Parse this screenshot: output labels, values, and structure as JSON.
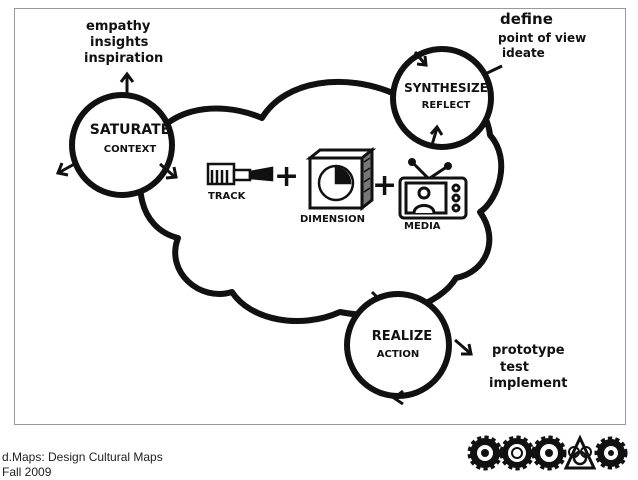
{
  "diagram": {
    "saturate": {
      "title": "SATURATE",
      "sub": "CONTEXT",
      "notes": [
        "empathy",
        "insights",
        "inspiration"
      ]
    },
    "synthesize": {
      "title": "SYNTHESIZE",
      "sub": "REFLECT",
      "notes": [
        "define",
        "point of view",
        "ideate"
      ]
    },
    "realize": {
      "title": "REALIZE",
      "sub": "ACTION",
      "notes": [
        "prototype",
        "test",
        "implement"
      ]
    },
    "center": {
      "track": "TRACK",
      "dimension": "DIMENSION",
      "media": "MEDIA",
      "plus": "+"
    }
  },
  "footer": {
    "line1": "d.Maps: Design Cultural Maps",
    "line2": "Fall 2009"
  },
  "colors": {
    "ink": "#111111",
    "frame": "#9a9a9a",
    "caption": "#222222"
  }
}
